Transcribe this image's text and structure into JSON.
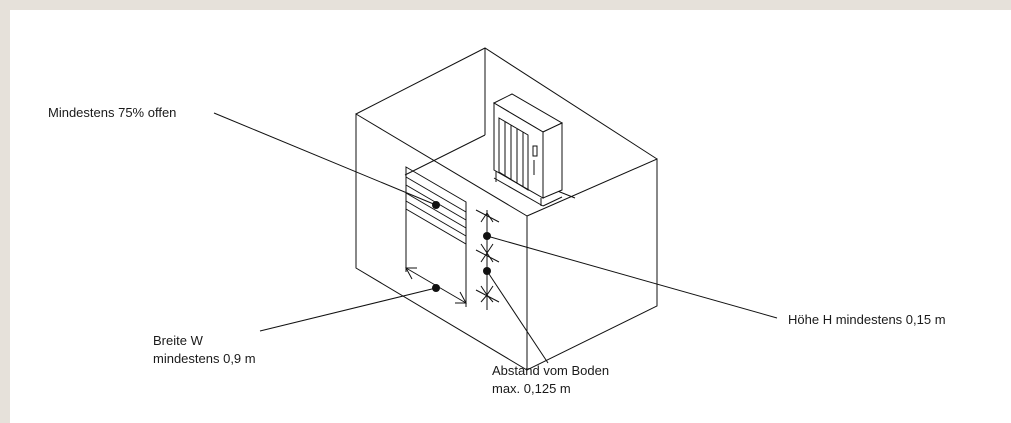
{
  "labels": {
    "open_min": "Mindestens 75% offen",
    "width_line1": "Breite W",
    "width_line2": "mindestens 0,9 m",
    "height_min": "Höhe H mindestens 0,15 m",
    "gap_line1": "Abstand vom Boden",
    "gap_line2": "max. 0,125 m"
  },
  "colors": {
    "border": "#e6e1da",
    "line": "#111111",
    "background": "#ffffff"
  }
}
